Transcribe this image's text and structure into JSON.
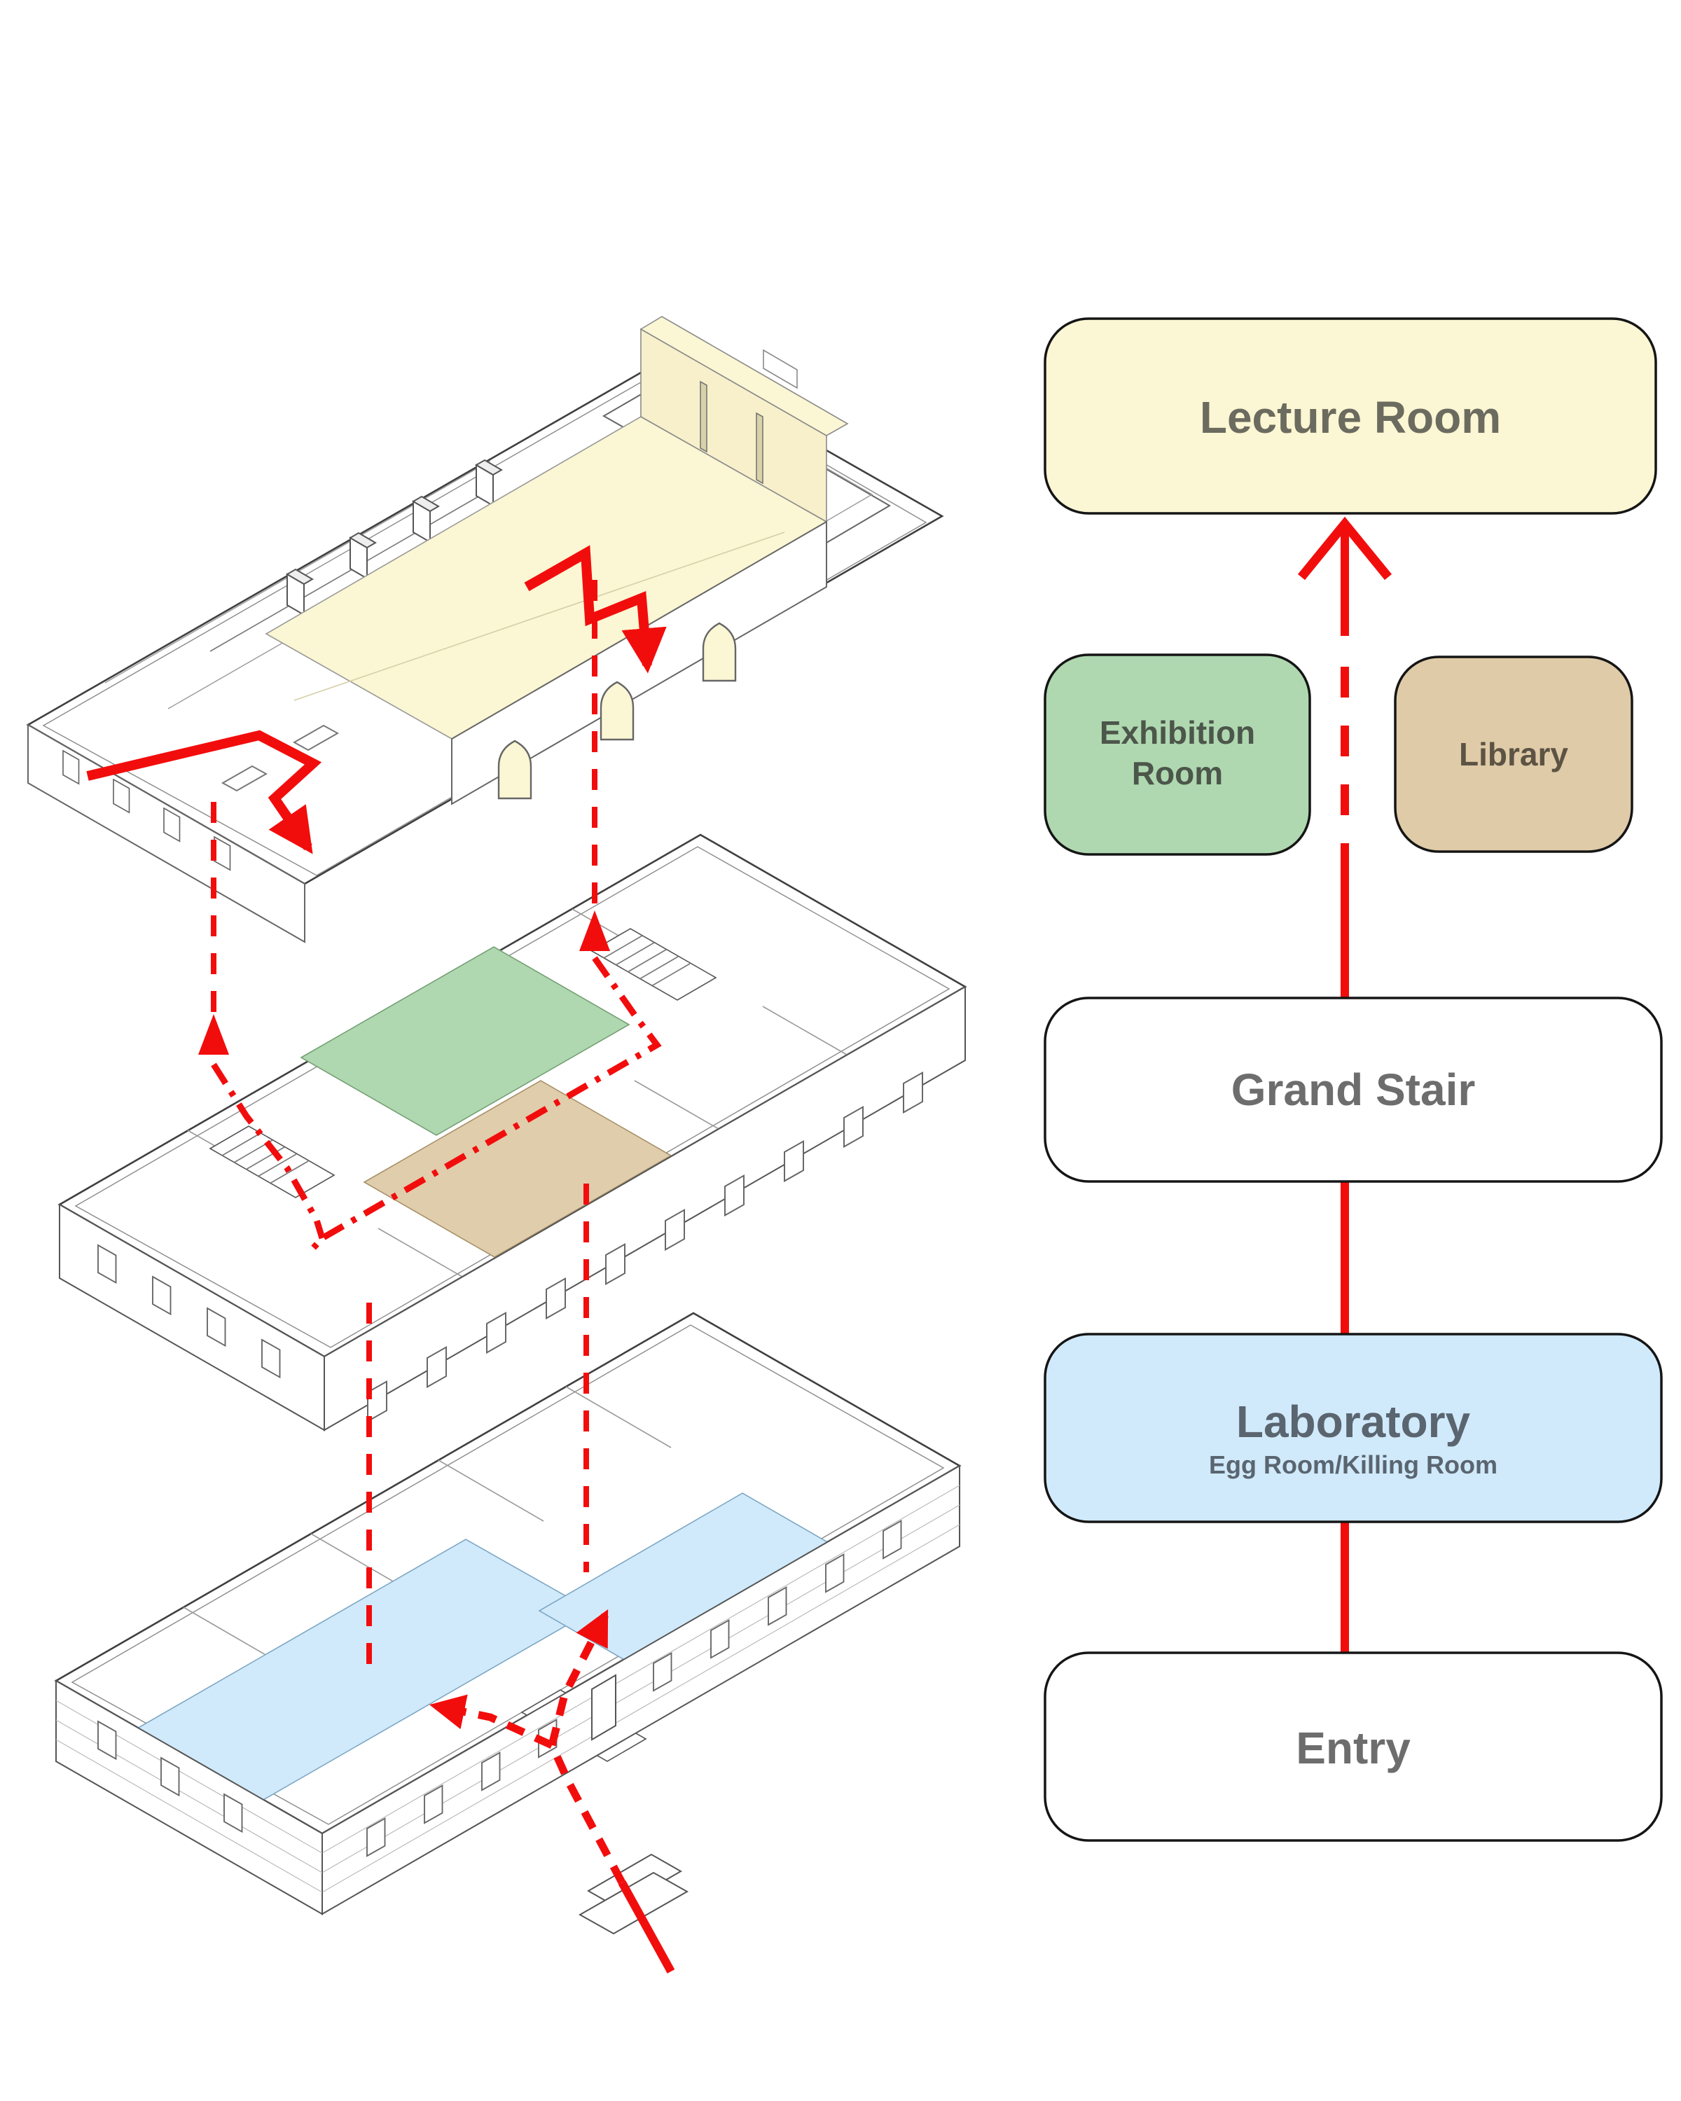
{
  "flow_chart": {
    "arrow_color": "#F20D0D",
    "nodes": {
      "lecture": {
        "label": "Lecture Room",
        "fill": "#FBF6D3",
        "border": "#151515",
        "text_color": "#6B6B5F"
      },
      "exhibition": {
        "line1": "Exhibition",
        "line2": "Room",
        "fill": "#AFD8B0",
        "border": "#151515",
        "text_color": "#4C564A"
      },
      "library": {
        "label": "Library",
        "fill": "#DFCBA8",
        "border": "#151515",
        "text_color": "#5C5344"
      },
      "grand_stair": {
        "label": "Grand Stair",
        "fill": "#FFFFFF",
        "border": "#151515",
        "text_color": "#6D6D6D"
      },
      "laboratory": {
        "label": "Laboratory",
        "sublabel": "Egg Room/Killing Room",
        "fill": "#D0EAFB",
        "border": "#151515",
        "text_color": "#5A6570"
      },
      "entry": {
        "label": "Entry",
        "fill": "#FFFFFF",
        "border": "#151515",
        "text_color": "#6D6D6D"
      }
    },
    "connections": [
      {
        "from": "entry",
        "to": "laboratory",
        "style": "solid"
      },
      {
        "from": "laboratory",
        "to": "grand_stair",
        "style": "solid"
      },
      {
        "from": "grand_stair",
        "to": "lecture",
        "style": "solid-dashed-solid",
        "arrowhead": "open-chevron-up"
      }
    ]
  },
  "axonometric": {
    "floor_count": 3,
    "line_color": "#3F3F3F",
    "circulation_color": "#F20D0D",
    "floors": [
      {
        "name": "upper-floor",
        "highlight_room": "Lecture Room",
        "highlight_fill": "#FBF6D3"
      },
      {
        "name": "middle-floor",
        "highlight_rooms": [
          "Exhibition Room",
          "Library"
        ],
        "highlight_fills": [
          "#AFD8B0",
          "#E0CDAC"
        ]
      },
      {
        "name": "ground-floor",
        "highlight_room": "Laboratory (Egg Room/Killing Room)",
        "highlight_fill": "#D0EAFB"
      }
    ],
    "vertical_connector_style": "red dashed lines with up arrowheads"
  }
}
